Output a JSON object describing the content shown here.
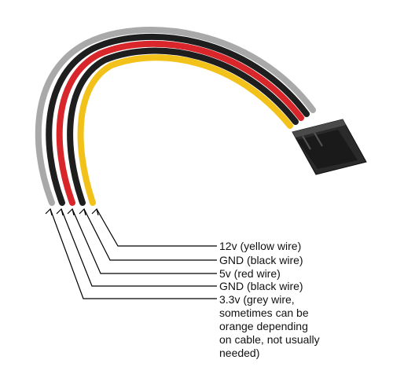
{
  "wire_colors": {
    "yellow": "#f3c21a",
    "black": "#1e1e1e",
    "red": "#d8262b",
    "grey": "#a9a9a9",
    "connector": "#2a2a2a",
    "leader": "#000000"
  },
  "connector_icon": "sata-power-connector",
  "labels": [
    {
      "id": "12v",
      "lines": [
        "12v (yellow wire)"
      ]
    },
    {
      "id": "gnd-1",
      "lines": [
        "GND (black wire)"
      ]
    },
    {
      "id": "5v",
      "lines": [
        "5v (red wire)"
      ]
    },
    {
      "id": "gnd-2",
      "lines": [
        "GND (black wire)"
      ]
    },
    {
      "id": "3v3",
      "lines": [
        "3.3v (grey wire,",
        "sometimes can be",
        "orange depending",
        "on cable, not usually",
        "needed)"
      ]
    }
  ]
}
